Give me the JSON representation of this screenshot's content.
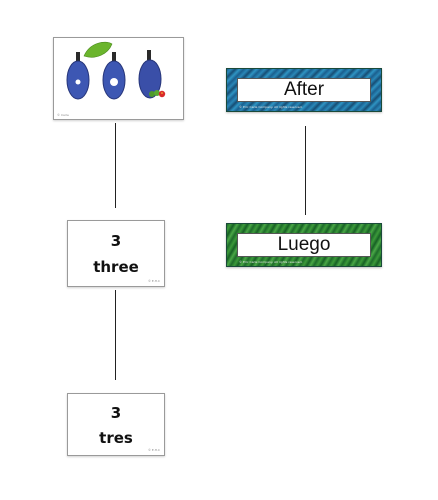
{
  "cards": {
    "picture": {
      "credit": "© Carle"
    },
    "number_english": {
      "number": "3",
      "word": "three",
      "credit": "© E.H.C"
    },
    "number_spanish": {
      "number": "3",
      "word": "tres",
      "credit": "© E.H.C"
    }
  },
  "banners": {
    "after": {
      "label": "After",
      "fine_print": "© Eric Carle Company. All rights reserved.",
      "color": "#1f6fa0"
    },
    "luego": {
      "label": "Luego",
      "fine_print": "© Eric Carle Company. All rights reserved.",
      "color": "#2e8a3a"
    }
  }
}
